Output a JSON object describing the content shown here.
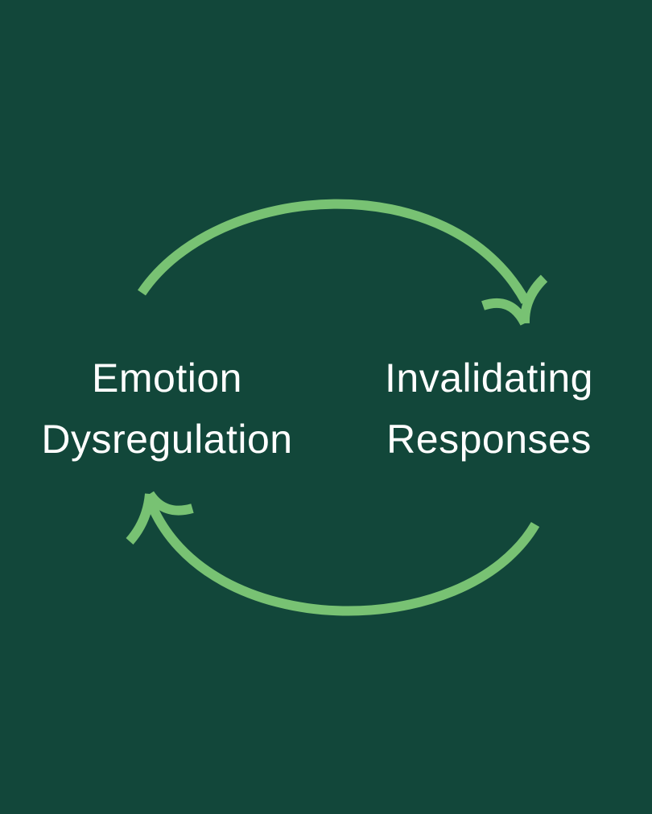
{
  "colors": {
    "background": "#12473a",
    "arrow": "#78c273",
    "text": "#ffffff"
  },
  "nodes": {
    "left": {
      "line1": "Emotion",
      "line2": "Dysregulation"
    },
    "right": {
      "line1": "Invalidating",
      "line2": "Responses"
    }
  },
  "arrows": [
    {
      "name": "top-arrow",
      "from": "Emotion Dysregulation",
      "to": "Invalidating Responses",
      "icon": "curved-arrow-right"
    },
    {
      "name": "bottom-arrow",
      "from": "Invalidating Responses",
      "to": "Emotion Dysregulation",
      "icon": "curved-arrow-left"
    }
  ]
}
